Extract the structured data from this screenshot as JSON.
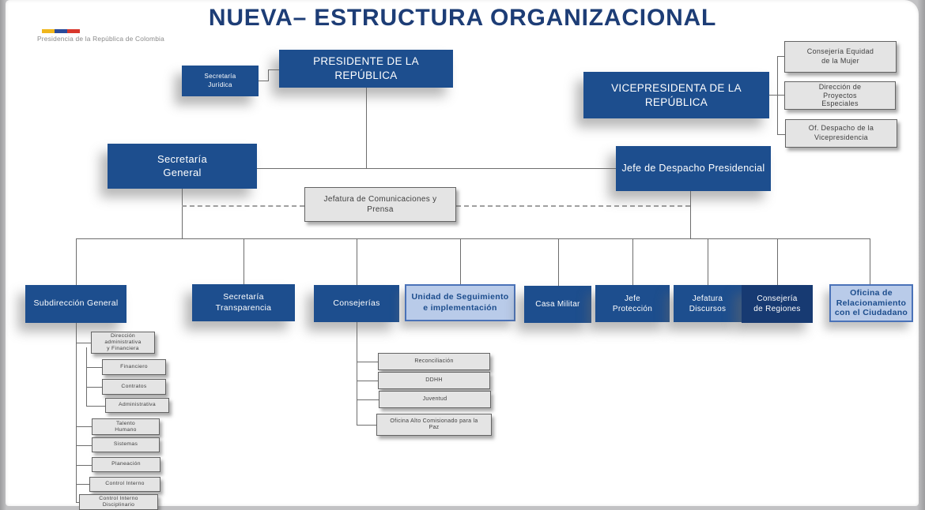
{
  "title": "NUEVA– ESTRUCTURA ORGANIZACIONAL",
  "brand": {
    "caption": "Presidencia de la República de Colombia"
  },
  "colors": {
    "title_navy": "#1d3d76",
    "primary_blue": "#1d4e8e",
    "dark_blue_variant": "#173a72",
    "light_blue_bg": "#b9cbe9",
    "light_blue_border": "#4a72b8",
    "light_blue_text": "#1b4c8c",
    "gray_box_bg": "#e4e4e4",
    "flag_yellow": "#efb61c",
    "flag_blue": "#2a4b9b",
    "flag_red": "#d8372c"
  },
  "boxes": {
    "presidente": "PRESIDENTE DE LA\nREPÚBLICA",
    "vicepresidenta": "VICEPRESIDENTA DE LA\nREPÚBLICA",
    "secretaria_juridica": "Secretaría\nJurídica",
    "consejeria_equidad": "Consejería Equidad\nde la Mujer",
    "direccion_proyectos": "Dirección de\nProyectos\nEspeciales",
    "of_despacho_vicepresidencia": "Of. Despacho de la\nVicepresidencia",
    "secretaria_general": "Secretaría\nGeneral",
    "jefe_despacho": "Jefe de Despacho Presidencial",
    "jefatura_comunicaciones": "Jefatura de Comunicaciones y\nPrensa",
    "subdireccion_general": "Subdirección General",
    "secretaria_transparencia": "Secretaría\nTransparencia",
    "consejerias": "Consejerías",
    "unidad_seguimiento": "Unidad de Seguimiento\ne implementación",
    "casa_militar": "Casa Militar",
    "jefe_proteccion": "Jefe\nProtección",
    "jefatura_discursos": "Jefatura\nDiscursos",
    "consejeria_regiones": "Consejería\nde Regiones",
    "oficina_relacionamiento": "Oficina de\nRelacionamiento\ncon el Ciudadano",
    "direccion_administrativa": "Dirección\nadministrativa\ny Financiera",
    "financiero": "Financiero",
    "contratos": "Contratos",
    "administrativa": "Administrativa",
    "talento_humano": "Talento\nHumano",
    "sistemas": "Sistemas",
    "planeacion": "Planeación",
    "control_interno": "Control Interno",
    "control_interno_disciplinario": "Control Interno\nDisciplinario",
    "reconciliacion": "Reconciliación",
    "ddhh": "DDHH",
    "juventud": "Juventud",
    "oficina_alto_comisionado": "Oficina Alto Comisionado para la\nPaz"
  }
}
